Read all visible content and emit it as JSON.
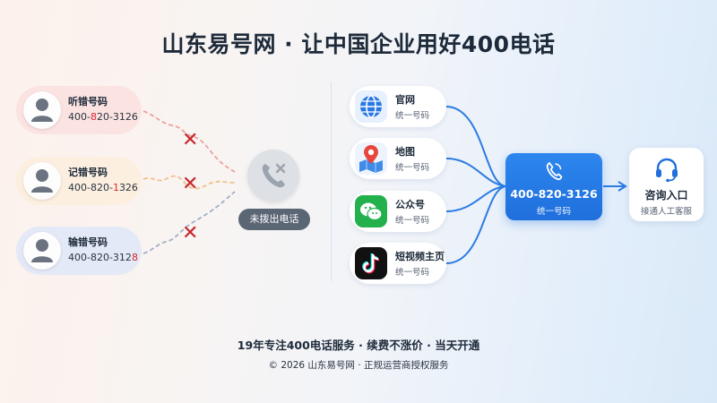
{
  "title": "山东易号网 · 让中国企业用好400电话",
  "left": {
    "items": [
      {
        "label": "听错号码",
        "num_before": "400-",
        "num_bad": "8",
        "num_after": "20-3126"
      },
      {
        "label": "记错号码",
        "num_before": "400-820-",
        "num_bad": "1",
        "num_after": "326"
      },
      {
        "label": "输错号码",
        "num_before": "400-820-312",
        "num_bad": "8",
        "num_after": ""
      }
    ],
    "missed_label": "未拨出电话"
  },
  "right": {
    "channels": [
      {
        "name": "官网",
        "sub": "统一号码",
        "icon": "globe-icon"
      },
      {
        "name": "地图",
        "sub": "统一号码",
        "icon": "map-pin-icon"
      },
      {
        "name": "公众号",
        "sub": "统一号码",
        "icon": "wechat-icon"
      },
      {
        "name": "短视频主页",
        "sub": "统一号码",
        "icon": "tiktok-icon"
      }
    ],
    "hub": {
      "number": "400-820-3126",
      "sub": "统一号码"
    },
    "consult": {
      "title": "咨询入口",
      "sub": "接通人工客服"
    }
  },
  "footer": {
    "tagline": "19年专注400电话服务 · 续费不涨价 · 当天开通",
    "copyright": "© 2026 山东易号网 · 正规运营商授权服务"
  },
  "colors": {
    "accent": "#1f6fdc",
    "error": "#d9262c",
    "missed_pill": "#5b6675"
  }
}
